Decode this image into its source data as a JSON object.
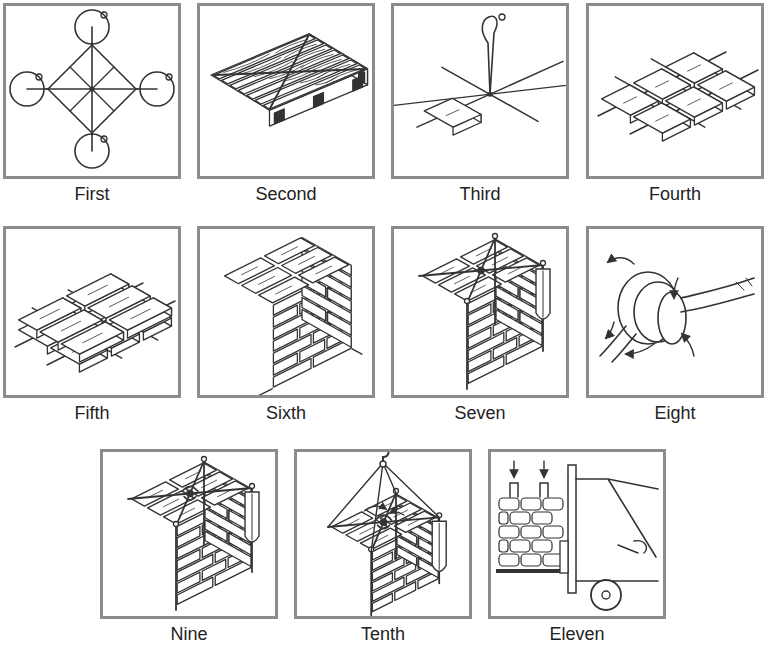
{
  "diagram": {
    "nodes": [
      {
        "text": [
          "First"
        ]
      },
      {
        "text": [
          "Second"
        ]
      },
      {
        "text": [
          "Third"
        ]
      },
      {
        "text": [
          "Fourth"
        ]
      },
      {
        "text": [
          "Fifth"
        ]
      },
      {
        "text": [
          "Sixth"
        ]
      },
      {
        "text": [
          "Seven"
        ]
      },
      {
        "text": [
          "Eight"
        ]
      },
      {
        "text": [
          "Nine"
        ]
      },
      {
        "text": [
          "Tenth"
        ]
      },
      {
        "text": [
          "Eleven"
        ]
      }
    ]
  }
}
